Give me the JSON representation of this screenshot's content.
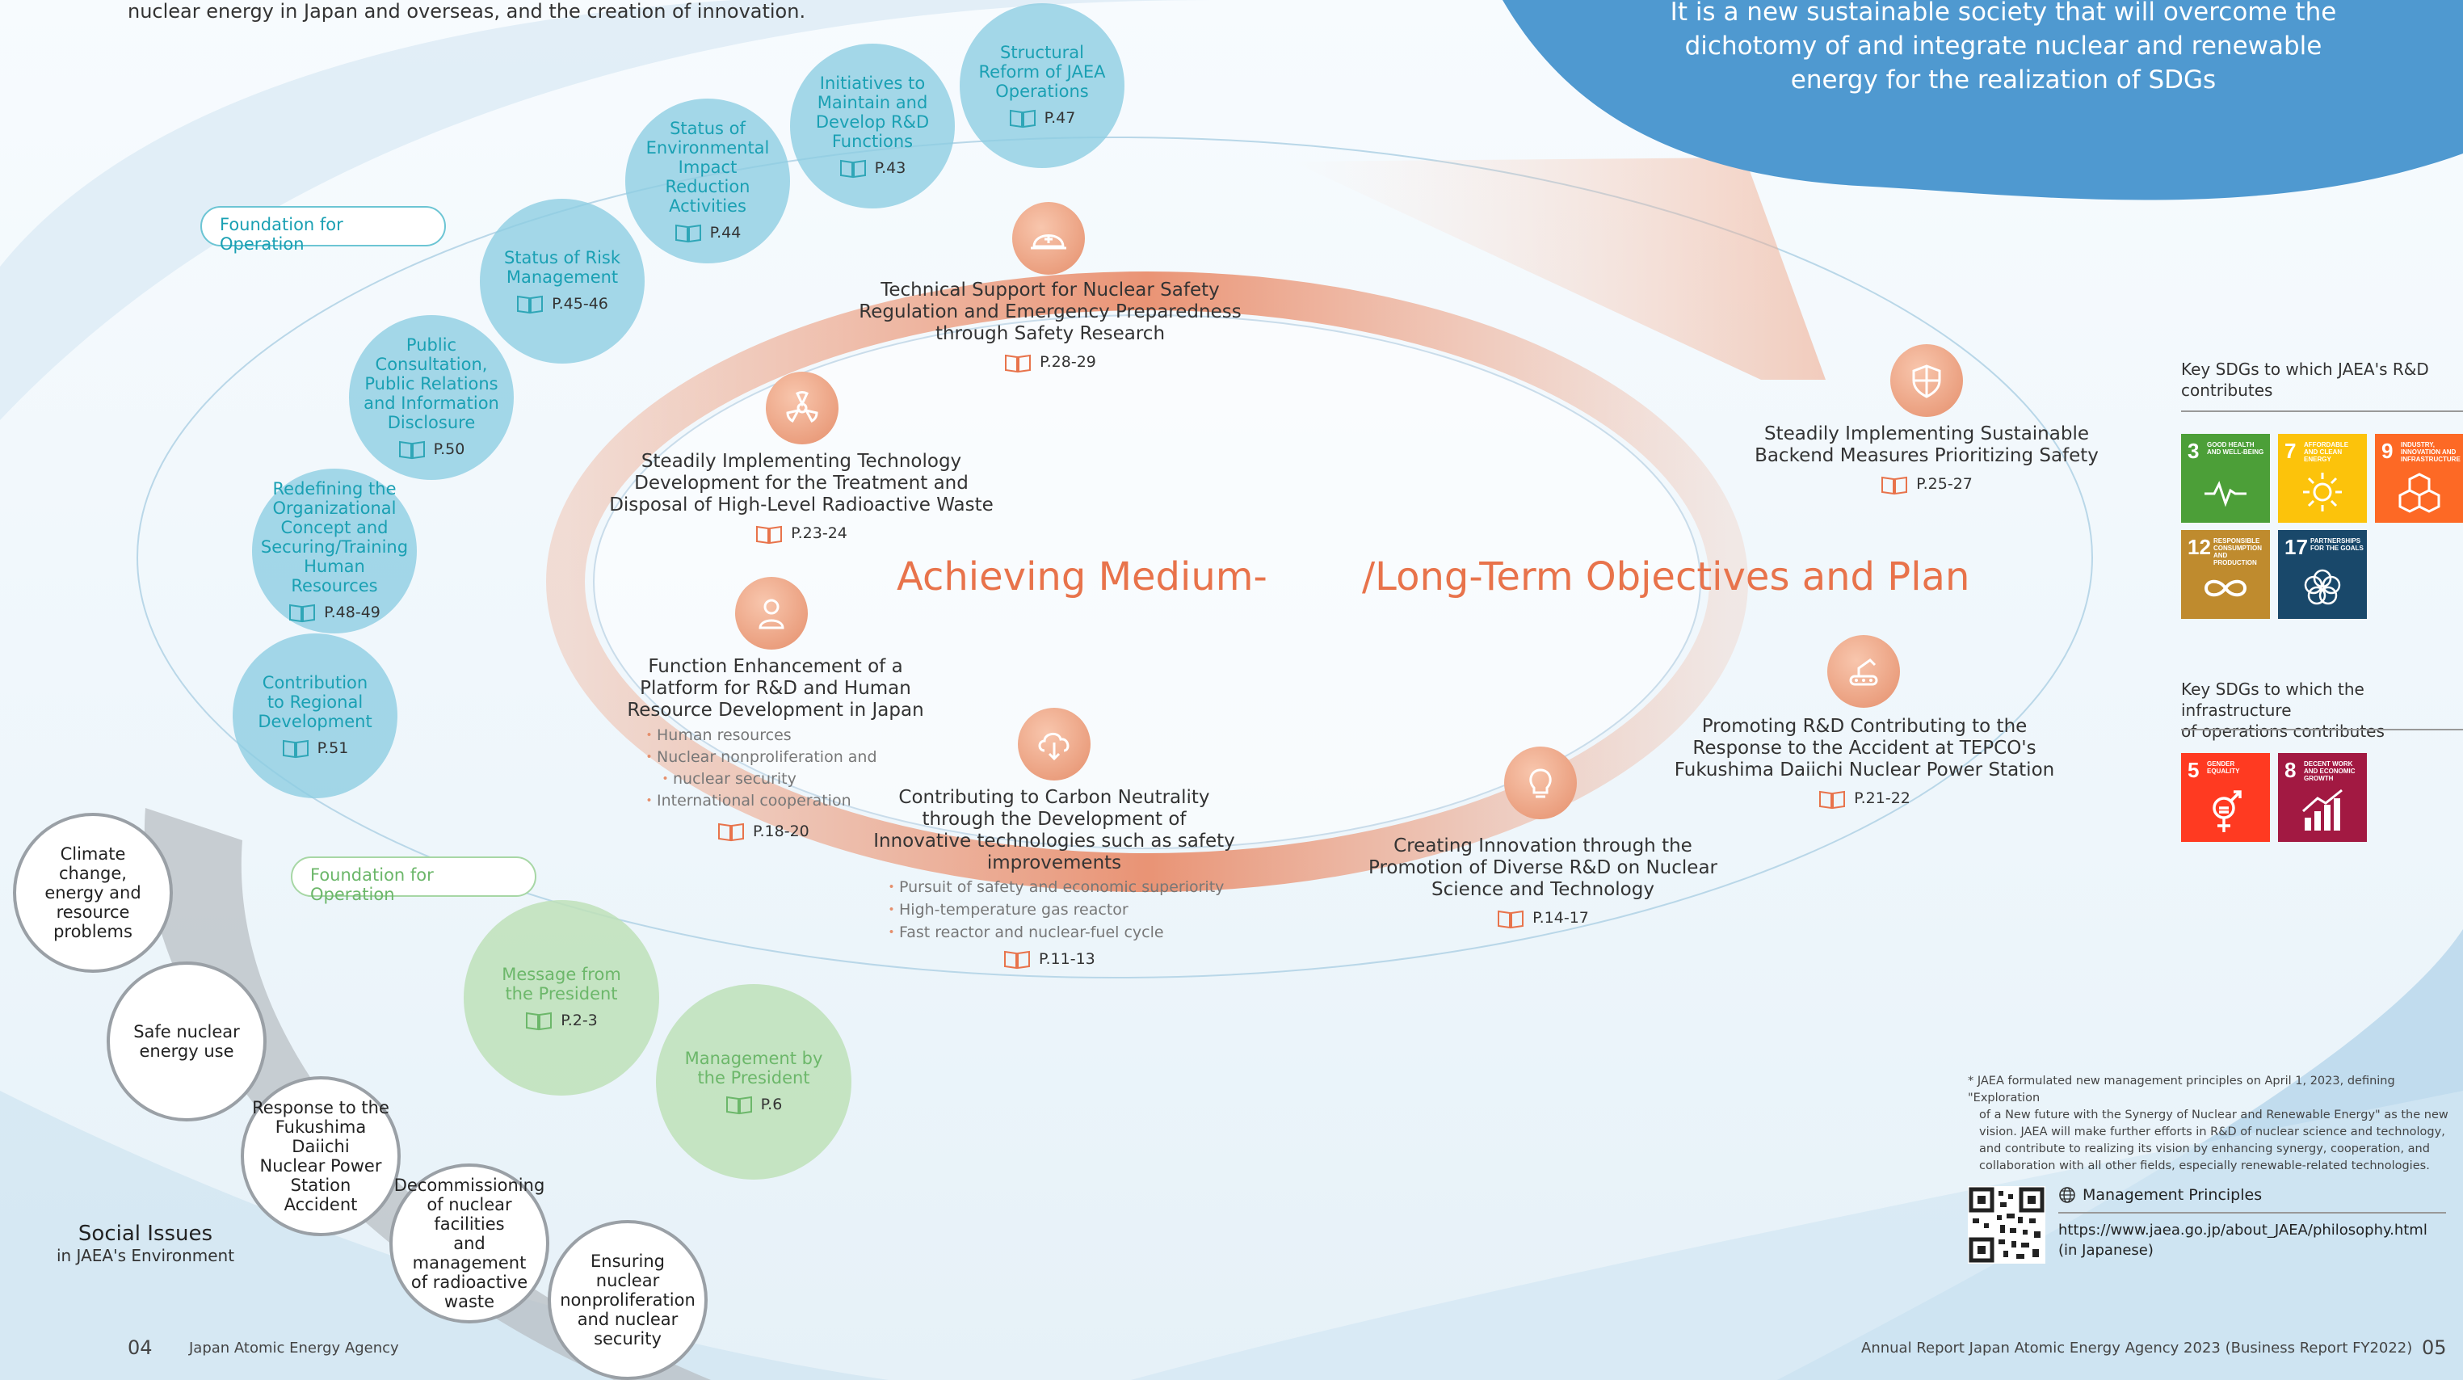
{
  "header": {
    "intro_tail": "nuclear energy in Japan and overseas, and the creation of innovation.",
    "vision": [
      "It is a new sustainable society that will overcome the",
      "dichotomy of and integrate nuclear and renewable",
      "energy for the realization of SDGs"
    ]
  },
  "foundation_labels": {
    "top": "Foundation for Operation",
    "bottom": "Foundation for Operation"
  },
  "foundation_items": [
    {
      "title": [
        "Structural",
        "Reform of JAEA",
        "Operations"
      ],
      "page": "P.47"
    },
    {
      "title": [
        "Initiatives to",
        "Maintain and",
        "Develop R&D",
        "Functions"
      ],
      "page": "P.43"
    },
    {
      "title": [
        "Status of",
        "Environmental",
        "Impact Reduction",
        "Activities"
      ],
      "page": "P.44"
    },
    {
      "title": [
        "Status of Risk",
        "Management"
      ],
      "page": "P.45-46"
    },
    {
      "title": [
        "Public",
        "Consultation,",
        "Public Relations",
        "and Information",
        "Disclosure"
      ],
      "page": "P.50"
    },
    {
      "title": [
        "Redefining the",
        "Organizational",
        "Concept and",
        "Securing/Training",
        "Human Resources"
      ],
      "page": "P.48-49"
    },
    {
      "title": [
        "Contribution",
        "to Regional",
        "Development"
      ],
      "page": "P.51"
    }
  ],
  "president_items": [
    {
      "title": [
        "Message from",
        "the President"
      ],
      "page": "P.2-3"
    },
    {
      "title": [
        "Management by",
        "the President"
      ],
      "page": "P.6"
    }
  ],
  "center_title": {
    "left": "Achieving Medium-",
    "right": "/Long-Term Objectives and Plan"
  },
  "themes": [
    {
      "icon": "helmet-icon",
      "title": [
        "Technical Support for Nuclear Safety",
        "Regulation and Emergency Preparedness",
        "through Safety Research"
      ],
      "page": "P.28-29"
    },
    {
      "icon": "radiation-fan-icon",
      "title": [
        "Steadily Implementing Technology",
        "Development for the Treatment and",
        "Disposal of High-Level Radioactive Waste"
      ],
      "page": "P.23-24"
    },
    {
      "icon": "person-icon",
      "title": [
        "Function Enhancement of a",
        "Platform for R&D and Human",
        "Resource Development in Japan"
      ],
      "subs": [
        "Human resources",
        "Nuclear nonproliferation and",
        "nuclear security",
        "International cooperation"
      ],
      "page": "P.18-20"
    },
    {
      "icon": "cloud-down-icon",
      "title": [
        "Contributing to Carbon Neutrality",
        "through the Development of",
        "Innovative technologies such as safety",
        "improvements"
      ],
      "subs": [
        "Pursuit of safety and economic superiority",
        "High-temperature gas reactor",
        "Fast reactor and nuclear-fuel cycle"
      ],
      "page": "P.11-13"
    },
    {
      "icon": "lightbulb-icon",
      "title": [
        "Creating Innovation through the",
        "Promotion of Diverse R&D on Nuclear",
        "Science and Technology"
      ],
      "page": "P.14-17"
    },
    {
      "icon": "robot-icon",
      "title": [
        "Promoting R&D Contributing to the",
        "Response to the Accident at TEPCO's",
        "Fukushima Daiichi Nuclear Power Station"
      ],
      "page": "P.21-22"
    },
    {
      "icon": "shield-icon",
      "title": [
        "Steadily Implementing Sustainable",
        "Backend Measures Prioritizing Safety"
      ],
      "page": "P.25-27"
    }
  ],
  "social_issues": {
    "title": "Social Issues",
    "subtitle": "in JAEA's Environment",
    "items": [
      [
        "Climate change,",
        "energy and",
        "resource",
        "problems"
      ],
      [
        "Safe nuclear",
        "energy use"
      ],
      [
        "Response to the",
        "Fukushima Daiichi",
        "Nuclear Power",
        "Station Accident"
      ],
      [
        "Decommissioning",
        "of nuclear facilities",
        "and management",
        "of radioactive",
        "waste"
      ],
      [
        "Ensuring nuclear",
        "nonproliferation",
        "and nuclear",
        "security"
      ]
    ]
  },
  "sdgs": {
    "rd_heading": [
      "Key SDGs to which JAEA's R&D",
      "contributes"
    ],
    "infra_heading": [
      "Key SDGs to which the infrastructure",
      "of operations contributes"
    ],
    "rd_goals": [
      {
        "num": "3",
        "label": "GOOD HEALTH AND WELL-BEING",
        "color": "#4c9f38"
      },
      {
        "num": "7",
        "label": "AFFORDABLE AND CLEAN ENERGY",
        "color": "#fcc30b"
      },
      {
        "num": "9",
        "label": "INDUSTRY, INNOVATION AND INFRASTRUCTURE",
        "color": "#fd6925"
      },
      {
        "num": "12",
        "label": "RESPONSIBLE CONSUMPTION AND PRODUCTION",
        "color": "#bf8b2e"
      },
      {
        "num": "17",
        "label": "PARTNERSHIPS FOR THE GOALS",
        "color": "#19486a"
      }
    ],
    "infra_goals": [
      {
        "num": "5",
        "label": "GENDER EQUALITY",
        "color": "#ff3a21"
      },
      {
        "num": "8",
        "label": "DECENT WORK AND ECONOMIC GROWTH",
        "color": "#a21942"
      }
    ]
  },
  "footnote": [
    "* JAEA formulated new management principles on April 1, 2023, defining \"Exploration",
    "of a New future with the Synergy of Nuclear and Renewable Energy\" as the new",
    "vision. JAEA will make further efforts in R&D of nuclear science and technology,",
    "and contribute to realizing its vision by enhancing synergy, cooperation, and",
    "collaboration with all other fields, especially renewable-related technologies."
  ],
  "link": {
    "label": "Management Principles",
    "url": "https://www.jaea.go.jp/about_JAEA/philosophy.html",
    "note": "(in Japanese)"
  },
  "footer": {
    "left_page": "04",
    "left_text": "Japan Atomic Energy Agency",
    "right_text": "Annual Report Japan Atomic Energy Agency 2023 (Business Report FY2022)",
    "right_page": "05"
  }
}
